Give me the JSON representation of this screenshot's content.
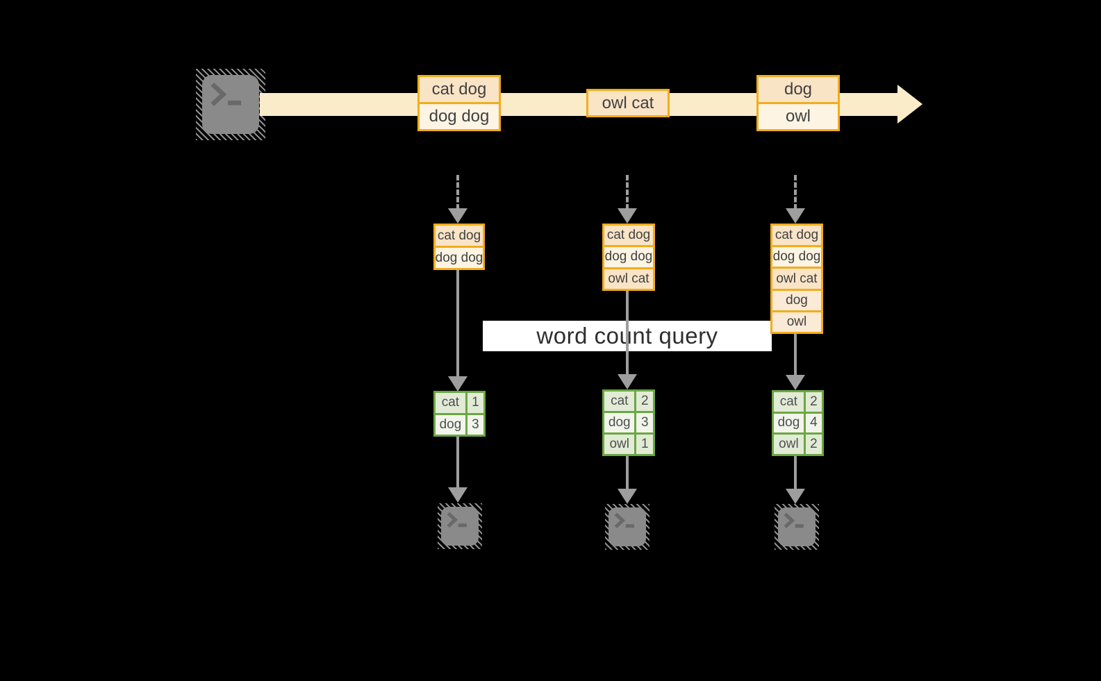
{
  "banner": {
    "label": "word count query"
  },
  "stream": {
    "boxes": [
      {
        "records": [
          {
            "text": "cat dog",
            "tone": "peach"
          },
          {
            "text": "dog dog",
            "tone": "cream"
          }
        ]
      },
      {
        "records": [
          {
            "text": "owl cat",
            "tone": "peach"
          }
        ]
      },
      {
        "records": [
          {
            "text": "dog",
            "tone": "peach"
          },
          {
            "text": "owl",
            "tone": "cream"
          }
        ]
      }
    ]
  },
  "columns": [
    {
      "accumulated": [
        {
          "text": "cat dog",
          "tone": "peach"
        },
        {
          "text": "dog dog",
          "tone": "cream"
        }
      ],
      "counts": [
        {
          "word": "cat",
          "count": 1
        },
        {
          "word": "dog",
          "count": 3
        }
      ]
    },
    {
      "accumulated": [
        {
          "text": "cat dog",
          "tone": "peach"
        },
        {
          "text": "dog dog",
          "tone": "cream"
        },
        {
          "text": "owl cat",
          "tone": "peach"
        }
      ],
      "counts": [
        {
          "word": "cat",
          "count": 2
        },
        {
          "word": "dog",
          "count": 3
        },
        {
          "word": "owl",
          "count": 1
        }
      ]
    },
    {
      "accumulated": [
        {
          "text": "cat dog",
          "tone": "peach"
        },
        {
          "text": "dog dog",
          "tone": "cream"
        },
        {
          "text": "owl cat",
          "tone": "peach"
        },
        {
          "text": "dog",
          "tone": "pale"
        },
        {
          "text": "owl",
          "tone": "pale"
        }
      ],
      "counts": [
        {
          "word": "cat",
          "count": 2
        },
        {
          "word": "dog",
          "count": 4
        },
        {
          "word": "owl",
          "count": 2
        }
      ]
    }
  ],
  "colors": {
    "background": "#000000",
    "amber_border": "#f1ad1c",
    "peach_fill": "#fae4c6",
    "cream_fill": "#fdf4e3",
    "pale_fill": "#fbead5",
    "stream_band": "#faecc8",
    "arrow_gray": "#9e9e9e",
    "green_border": "#6ba742",
    "green_light": "#e2ebd6",
    "green_lighter": "#f2f5ec",
    "banner_bg": "#ffffff",
    "icon_gray": "#8a8a8a"
  }
}
